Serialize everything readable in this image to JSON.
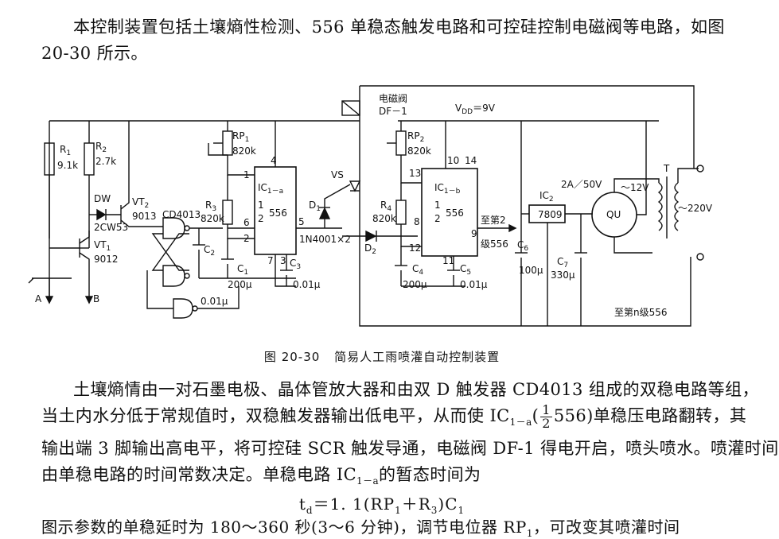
{
  "intro": {
    "line1": "本控制装置包括土壤熵性检测、556 单稳态触发电路和可控硅控制电磁阀等电路，如图",
    "line2": "20-30 所示。"
  },
  "figure": {
    "number": "图 20-30",
    "title": "简易人工雨喷灌自动控制装置"
  },
  "labels": {
    "valve": "电磁阀",
    "df1": "DF－1",
    "vdd": "V",
    "vdd_sub": "DD",
    "vdd_val": "＝9V",
    "r1": "R",
    "r1_sub": "1",
    "r1_val": "9.1k",
    "r2": "R",
    "r2_sub": "2",
    "r2_val": "2.7k",
    "dw": "DW",
    "dw_part": "2CW53",
    "vt2": "VT",
    "vt2_sub": "2",
    "vt2_part": "9013",
    "vt1": "VT",
    "vt1_sub": "1",
    "vt1_part": "9012",
    "cd4013": "CD4013",
    "a": "A",
    "b": "B",
    "rp1": "RP",
    "rp1_sub": "1",
    "rp1_val": "820k",
    "r3": "R",
    "r3_sub": "3",
    "r3_val": "820k",
    "c2": "C",
    "c2_sub": "2",
    "c1": "C",
    "c1_sub": "1",
    "c1_val": "200μ",
    "c3": "C",
    "c3_sub": "3",
    "c3_val": "0.01μ",
    "cap_001": "0.01μ",
    "ic1a": "IC",
    "ic1a_sub": "1－a",
    "half": "1",
    "half_den": "2",
    "ic_name": "556",
    "vs": "VS",
    "d1": "D",
    "d1_sub": "1",
    "diode_part": "1N4001×2",
    "d2": "D",
    "d2_sub": "2",
    "rp2": "RP",
    "rp2_sub": "2",
    "rp2_val": "820k",
    "r4": "R",
    "r4_sub": "4",
    "r4_val": "820k",
    "ic1b": "IC",
    "ic1b_sub": "1－b",
    "c4": "C",
    "c4_sub": "4",
    "c4_val": "200μ",
    "c5": "C",
    "c5_sub": "5",
    "c5_val": "0.01μ",
    "to2": "至第2",
    "to2b": "级556",
    "ton": "至第n级556",
    "c6": "C",
    "c6_sub": "6",
    "c6_val": "100μ",
    "ic2": "IC",
    "ic2_sub": "2",
    "reg": "7809",
    "fuse": "2A／50V",
    "m12": "～12V",
    "qu": "QU",
    "c7": "C",
    "c7_sub": "7",
    "c7_val": "330μ",
    "t": "T",
    "v220": "～220V",
    "pins": [
      "1",
      "4",
      "6",
      "2",
      "7",
      "3",
      "5",
      "13",
      "10",
      "14",
      "8",
      "12",
      "11",
      "9"
    ]
  },
  "body": {
    "l1": "土壤熵情由一对石墨电极、晶体管放大器和由双 D 触发器 CD4013 组成的双稳电路等组，",
    "l2a": "当土内水分低于常规值时，双稳触发器输出低电平，从而使 IC",
    "l2sub": "1－a",
    "l2b": "(",
    "l2num": "1",
    "l2den": "2",
    "l2c": "556)单稳压电路翻转，其",
    "l3": "输出端 3 脚输出高电平，将可控硅 SCR 触发导通，电磁阀 DF-1 得电开启，喷头喷水。喷灌时间",
    "l4a": "由单稳电路的时间常数决定。单稳电路 IC",
    "l4sub": "1－a",
    "l4b": "的暂态时间为"
  },
  "formula": {
    "lhs": "t",
    "lhs_sub": "d",
    "rhs_a": "＝1. 1(RP",
    "rhs_sub1": "1",
    "rhs_b": "＋R",
    "rhs_sub2": "3",
    "rhs_c": ")C",
    "rhs_sub3": "1"
  },
  "last_line": {
    "a": "图示参数的单稳延时为 180～360 秒(3～6 分钟)，调节电位器 RP",
    "sub": "1",
    "b": "，可改变其喷灌时间"
  }
}
